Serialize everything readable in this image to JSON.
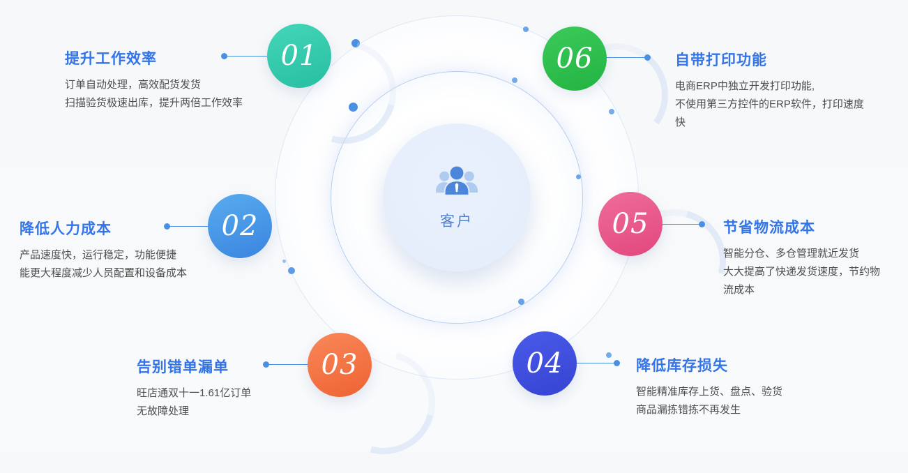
{
  "diagram": {
    "center": {
      "label": "客户",
      "icon": "customer-group-icon"
    },
    "features": [
      {
        "number": "01",
        "title": "提升工作效率",
        "desc": [
          "订单自动处理，高效配货发货",
          "扫描验货极速出库，提升两倍工作效率"
        ],
        "color_start": "#45D6B8",
        "color_end": "#27BEA2"
      },
      {
        "number": "02",
        "title": "降低人力成本",
        "desc": [
          "产品速度快，运行稳定，功能便捷",
          "能更大程度减少人员配置和设备成本"
        ],
        "color_start": "#58ACEE",
        "color_end": "#3A84E0"
      },
      {
        "number": "03",
        "title": "告别错单漏单",
        "desc": [
          "旺店通双十一1.61亿订单",
          "无故障处理"
        ],
        "color_start": "#F98859",
        "color_end": "#EE6233"
      },
      {
        "number": "04",
        "title": "降低库存损失",
        "desc": [
          "智能精准库存上货、盘点、验货",
          "商品漏拣错拣不再发生"
        ],
        "color_start": "#4A5BE9",
        "color_end": "#3743D2"
      },
      {
        "number": "05",
        "title": "节省物流成本",
        "desc": [
          "智能分仓、多仓管理就近发货",
          "大大提高了快递发货速度，节约物",
          "流成本"
        ],
        "color_start": "#EF6D9B",
        "color_end": "#E2477D"
      },
      {
        "number": "06",
        "title": "自带打印功能",
        "desc": [
          "电商ERP中独立开发打印功能,",
          "不使用第三方控件的ERP软件，打印速度",
          "快"
        ],
        "color_start": "#3CCB5B",
        "color_end": "#22B342"
      }
    ],
    "colors": {
      "title": "#3374E8",
      "body": "#4D4D4D",
      "connector": "#4A90E2",
      "center_label": "#5282CE"
    }
  }
}
